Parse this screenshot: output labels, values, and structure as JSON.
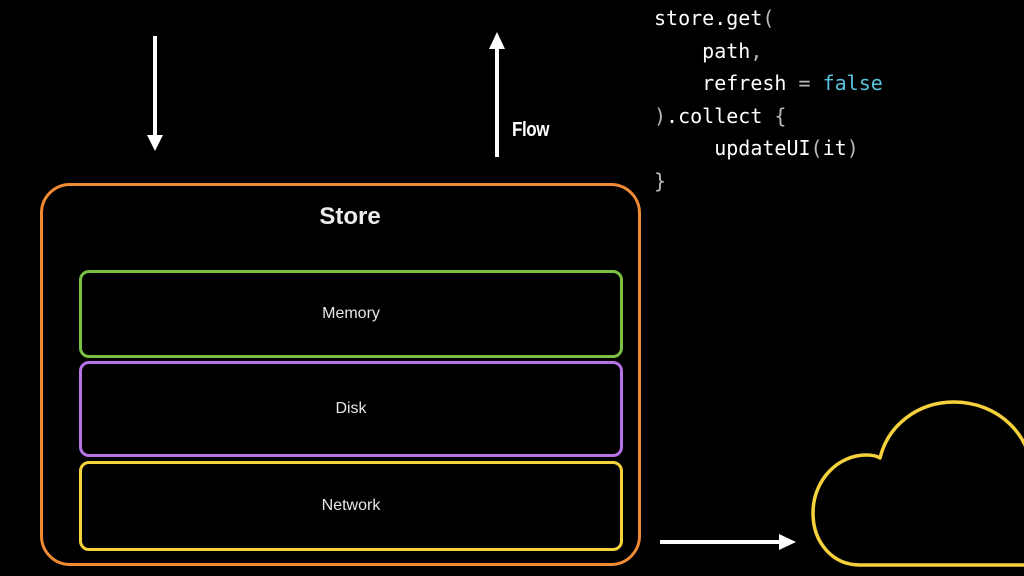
{
  "diagram": {
    "store": {
      "title": "Store",
      "layers": [
        {
          "label": "Memory"
        },
        {
          "label": "Disk"
        },
        {
          "label": "Network"
        }
      ]
    },
    "flow_label": "Flow",
    "code": {
      "line1_a": "store.get",
      "line1_b": "(",
      "line2_a": "path",
      "line2_b": ",",
      "line3_a": "refresh",
      "line3_b": " = ",
      "line3_c": "false",
      "line4_a": ")",
      "line4_b": ".collect ",
      "line4_c": "{",
      "line5_a": "updateUI",
      "line5_b": "(",
      "line5_c": "it",
      "line5_d": ")",
      "line6_a": "}"
    },
    "icons": {
      "cloud": "cloud-icon"
    },
    "colors": {
      "background": "#000000",
      "store_border": "#f08b34",
      "memory_border": "#7ac143",
      "disk_border": "#b872e8",
      "network_border": "#f5d23c",
      "cloud": "#f5d23c",
      "keyword": "#59c3dc"
    }
  }
}
